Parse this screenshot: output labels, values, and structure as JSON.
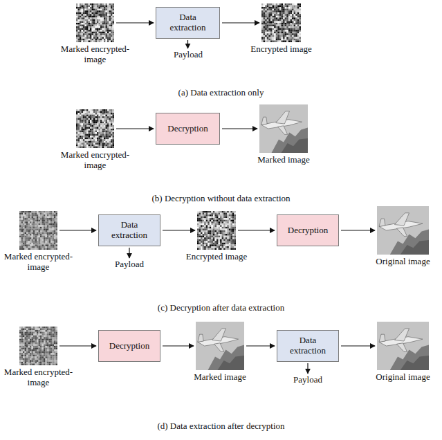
{
  "diagram": {
    "nodes": [
      {
        "text": [
          "Marked encrypted-image"
        ]
      },
      {
        "text": [
          "Data extraction"
        ]
      },
      {
        "text": [
          "Encrypted image"
        ]
      },
      {
        "text": [
          "Payload"
        ]
      },
      {
        "text": [
          "Marked encrypted-image"
        ]
      },
      {
        "text": [
          "Decryption"
        ]
      },
      {
        "text": [
          "Marked image"
        ]
      },
      {
        "text": [
          "Marked encrypted-image"
        ]
      },
      {
        "text": [
          "Data extraction"
        ]
      },
      {
        "text": [
          "Payload"
        ]
      },
      {
        "text": [
          "Encrypted image"
        ]
      },
      {
        "text": [
          "Decryption"
        ]
      },
      {
        "text": [
          "Original image"
        ]
      },
      {
        "text": [
          "Marked encrypted-image"
        ]
      },
      {
        "text": [
          "Decryption"
        ]
      },
      {
        "text": [
          "Marked image"
        ]
      },
      {
        "text": [
          "Data extraction"
        ]
      },
      {
        "text": [
          "Payload"
        ]
      },
      {
        "text": [
          "Original image"
        ]
      }
    ],
    "edges": [
      {
        "from": 0,
        "to": 1,
        "arrow": "to"
      },
      {
        "from": 1,
        "to": 2,
        "arrow": "to"
      },
      {
        "from": 1,
        "to": 3,
        "arrow": "to"
      },
      {
        "from": 4,
        "to": 5,
        "arrow": "to"
      },
      {
        "from": 5,
        "to": 6,
        "arrow": "to"
      },
      {
        "from": 7,
        "to": 8,
        "arrow": "to"
      },
      {
        "from": 8,
        "to": 10,
        "arrow": "to"
      },
      {
        "from": 8,
        "to": 9,
        "arrow": "to"
      },
      {
        "from": 10,
        "to": 11,
        "arrow": "to"
      },
      {
        "from": 11,
        "to": 12,
        "arrow": "to"
      },
      {
        "from": 13,
        "to": 14,
        "arrow": "to"
      },
      {
        "from": 14,
        "to": 15,
        "arrow": "to"
      },
      {
        "from": 15,
        "to": 16,
        "arrow": "to"
      },
      {
        "from": 16,
        "to": 17,
        "arrow": "to"
      },
      {
        "from": 16,
        "to": 18,
        "arrow": "to"
      }
    ],
    "labels": [
      "(a) Data extraction only",
      "(b) Decryption without data extraction",
      "(c) Decryption after data extraction",
      "(d) Data extraction after decryption"
    ]
  }
}
